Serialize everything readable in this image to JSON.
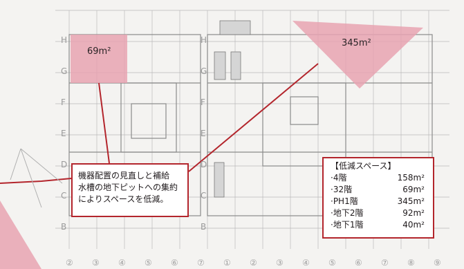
{
  "labels": {
    "area_32f": "69m²",
    "area_ph1f": "345m²"
  },
  "callout": {
    "lines": [
      "機器配置の見直しと補給",
      "水槽の地下ピットへの集約",
      "によりスペースを低減。"
    ]
  },
  "summary": {
    "title": "【低減スペース】",
    "rows": [
      {
        "floor": "·4階",
        "area": "158m²"
      },
      {
        "floor": "·32階",
        "area": "69m²"
      },
      {
        "floor": "·PH1階",
        "area": "345m²"
      },
      {
        "floor": "·地下2階",
        "area": "92m²"
      },
      {
        "floor": "·地下1階",
        "area": "40m²"
      }
    ]
  },
  "grid": {
    "row_labels": [
      "H",
      "G",
      "F",
      "E",
      "D",
      "C",
      "B"
    ],
    "col_labels": [
      "②",
      "③",
      "④",
      "⑤",
      "⑥",
      "⑦",
      "①",
      "②",
      "③",
      "④",
      "⑤",
      "⑥",
      "⑦",
      "⑧",
      "⑨"
    ]
  },
  "colors": {
    "highlight": "#e8a3b2",
    "callout_border": "#b3252c",
    "grid_line": "#b9b9b9",
    "wall": "#7a7a7a"
  }
}
